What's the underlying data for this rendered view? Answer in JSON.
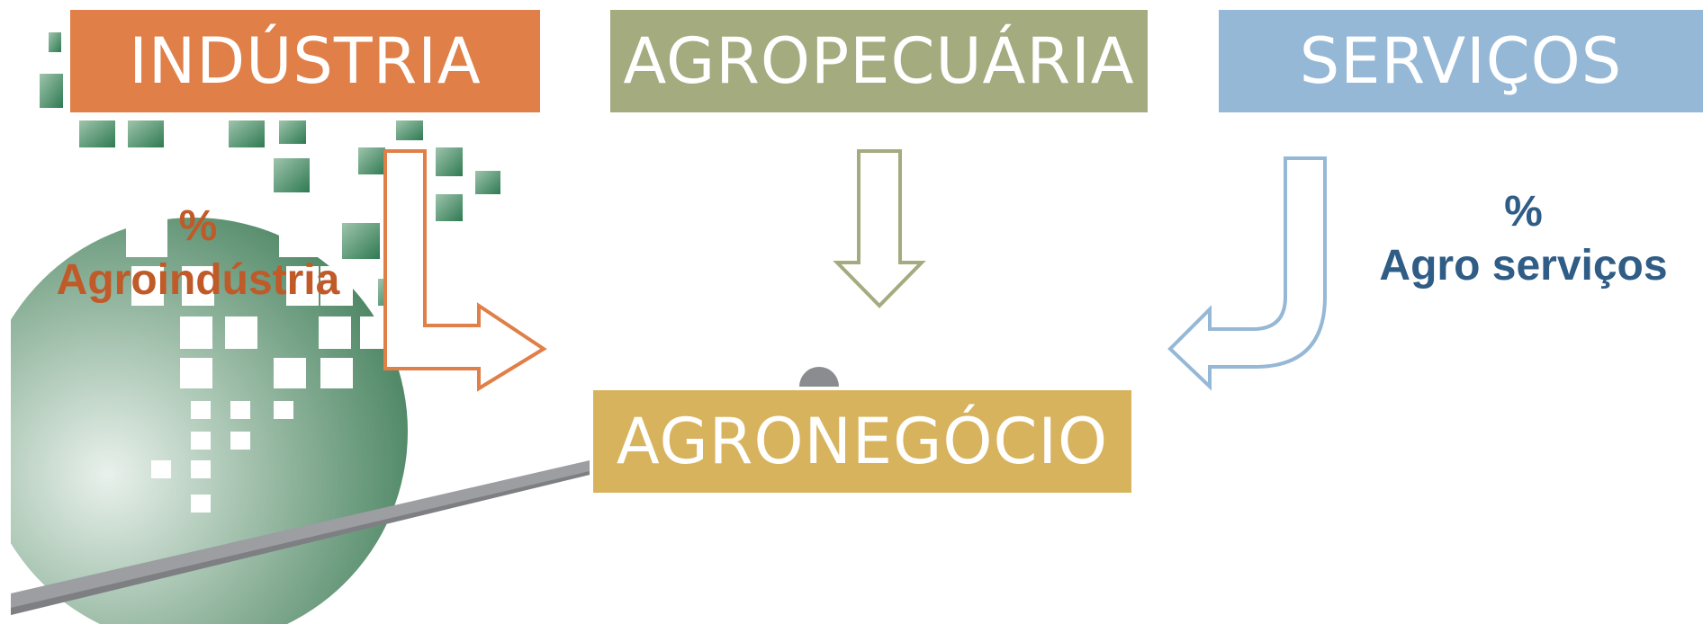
{
  "boxes": {
    "industria": "INDÚSTRIA",
    "agropecuaria": "AGROPECUÁRIA",
    "servicos": "SERVIÇOS",
    "agronegocio": "AGRONEGÓCIO"
  },
  "annotations": {
    "agroindustria": {
      "percent": "%",
      "text": "Agroindústria"
    },
    "agroservicos": {
      "percent": "%",
      "text": "Agro serviços"
    }
  },
  "colors": {
    "industria": "#e07f47",
    "agropecuaria": "#a3ab7f",
    "servicos": "#95b8d6",
    "agronegocio": "#d8b35e",
    "agroindustria_text": "#c05a28",
    "agroservicos_text": "#2f5d86",
    "globe_green": "#4e8a65"
  }
}
